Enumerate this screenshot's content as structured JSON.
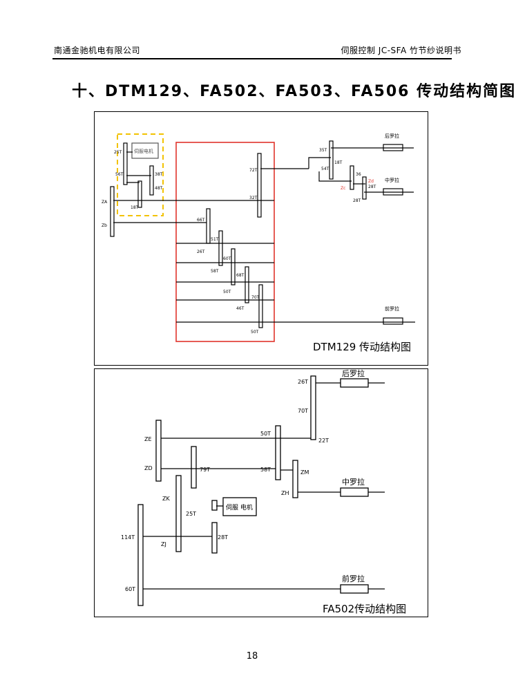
{
  "header": {
    "company": "南通金驰机电有限公司",
    "document": "伺服控制 JC-SFA 竹节纱说明书"
  },
  "title": "十、DTM129、FA502、FA503、FA506 传动结构简图",
  "figure1": {
    "caption": "DTM129 传动结构图",
    "motor_label": "伺服电机",
    "roller_back": "后罗拉",
    "roller_middle": "中罗拉",
    "roller_front": "前罗拉",
    "gears": [
      "25T",
      "56T",
      "38T",
      "48T",
      "18T",
      "ZA",
      "Zb",
      "72T",
      "32T",
      "35T",
      "18T",
      "54T",
      "36",
      "28T",
      "28T",
      "66T",
      "26T",
      "51T",
      "58T",
      "60T",
      "50T",
      "68T",
      "46T",
      "70T",
      "50T",
      "Zc",
      "Zd"
    ]
  },
  "figure2": {
    "caption": "FA502传动结构图",
    "motor_label": "伺服 电机",
    "roller_back": "后罗拉",
    "roller_middle": "中罗拉",
    "roller_front": "前罗拉",
    "labels": {
      "t26": "26T",
      "t70": "70T",
      "t22": "22T",
      "t50": "50T",
      "ze": "ZE",
      "zd": "ZD",
      "t79": "79T",
      "t58": "58T",
      "zm": "ZM",
      "zh": "ZH",
      "zk": "ZK",
      "t25": "25T",
      "t114": "114T",
      "zj": "ZJ",
      "t28": "28T",
      "t60": "60T"
    }
  },
  "page_number": "18"
}
